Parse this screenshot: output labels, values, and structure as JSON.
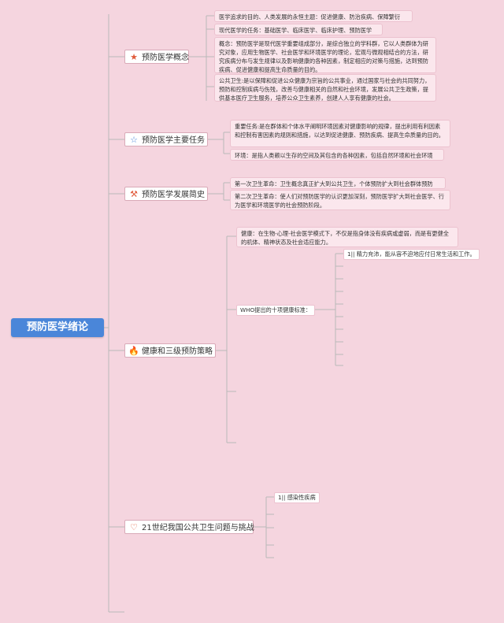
{
  "root": {
    "label": "预防医学绪论"
  },
  "branches": {
    "concept": {
      "label": "预防医学概念",
      "icon": "star-icon",
      "icon_color": "#e05a3a"
    },
    "tasks": {
      "label": "预防医学主要任务",
      "icon": "star-outline-icon",
      "icon_color": "#4a86d9"
    },
    "history": {
      "label": "预防医学发展简史",
      "icon": "hammer-icon",
      "icon_color": "#e05a3a"
    },
    "health": {
      "label": "健康和三级预防策略",
      "icon": "flame-icon",
      "icon_color": "#3a78d9"
    },
    "century": {
      "label": "21世纪我国公共卫生问题与挑战",
      "icon": "heart-icon",
      "icon_color": "#e05a3a"
    }
  },
  "concept_items": [
    "医学追求的目的、人类发展的永恒主题：促进健康、防治疾病、保障繁衍",
    "现代医学的任务：基础医学、临床医学、临床护理、预防医学",
    "概念：预防医学是现代医学重要组成部分，是综合独立的学科群，它以人类群体为研究对象，应用生物医学、社会医学和环境医学的理论，宏观与微观相结合的方法，研究疾病分布与发生规律以及影响健康的各种因素，制定相应的对策与措施，达到预防疾病、促进健康和提高生命质量的目的。",
    "公共卫生:是以保障和促进公众健康为宗旨的公共事业，通过国家与社会的共同努力，预防和控制疾病与伤残，改善与健康相关的自然和社会环境，发展公共卫生政策，提供基本医疗卫生服务，培养公众卫生素养，创建人人享有健康的社会。"
  ],
  "task_items": [
    "重要任务:是在群体和个体水平阐明环境因素对健康影响的规律，提出利用有利因素和控制有害因素的规则和措施，以达到促进健康、预防疾病、提高生命质量的目的。",
    "环境：是指人类赖以生存的空间及其包含的各种因素，包括自然环境和社会环境"
  ],
  "history_items": [
    "第一次卫生革命：卫生概念真正扩大到公共卫生，个体预防扩大到社会群体预防",
    "第二次卫生革命：使人们对预防医学的认识更加深刻，预防医学扩大到社会医学、行为医学和环境医学的社会预防阶段。"
  ],
  "health_items": {
    "definition": "健康：在生物-心理-社会医学模式下，不仅是指身体没有疾病或虚弱，而是有更健全的机体、精神状态及社会适应能力。",
    "who_label": "WHO提出的十项健康标准：",
    "who_first": "1|| 精力充沛，能从容不迫地应付日常生活和工作。"
  },
  "century_items": {
    "first": "1|| 感染性疾病"
  }
}
